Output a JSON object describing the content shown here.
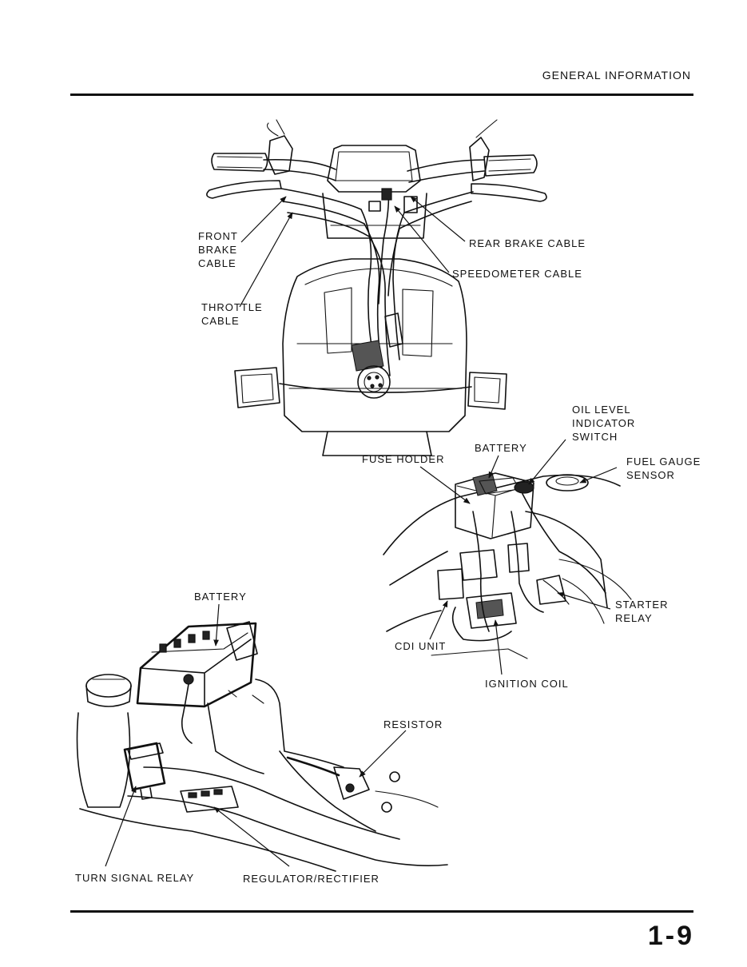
{
  "header": {
    "section_title": "GENERAL INFORMATION"
  },
  "footer": {
    "page_number": "1-9"
  },
  "figure1": {
    "labels": {
      "front_brake_cable": "FRONT\nBRAKE\nCABLE",
      "throttle_cable": "THROTTLE\nCABLE",
      "rear_brake_cable": "REAR BRAKE CABLE",
      "speedometer_cable": "SPEEDOMETER CABLE"
    }
  },
  "figure2": {
    "labels": {
      "oil_level_indicator_switch": "OIL LEVEL\nINDICATOR\nSWITCH",
      "battery": "BATTERY",
      "fuse_holder": "FUSE HOLDER",
      "fuel_gauge_sensor": "FUEL GAUGE\nSENSOR",
      "starter_relay": "STARTER\nRELAY",
      "cdi_unit": "CDI UNIT",
      "ignition_coil": "IGNITION COIL"
    }
  },
  "figure3": {
    "labels": {
      "battery": "BATTERY",
      "resistor": "RESISTOR",
      "turn_signal_relay": "TURN SIGNAL RELAY",
      "regulator_rectifier": "REGULATOR/RECTIFIER"
    }
  }
}
